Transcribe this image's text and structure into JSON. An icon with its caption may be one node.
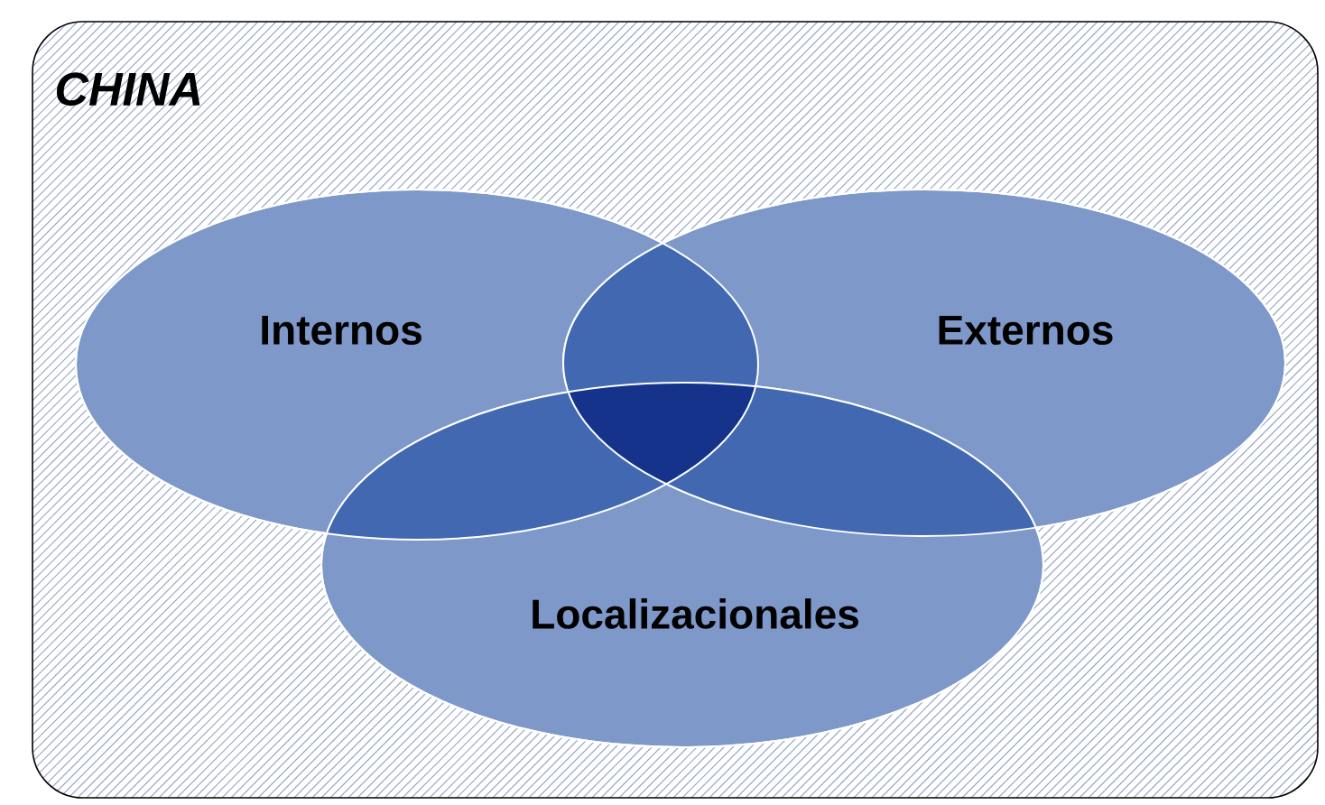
{
  "diagram": {
    "nodes": [
      {
        "text": [
          "CHINA"
        ]
      },
      {
        "text": [
          "Internos"
        ],
        "in": 0
      },
      {
        "text": [
          "Externos"
        ],
        "in": 0
      },
      {
        "text": [
          "Localizacionales"
        ],
        "in": 0
      }
    ]
  }
}
